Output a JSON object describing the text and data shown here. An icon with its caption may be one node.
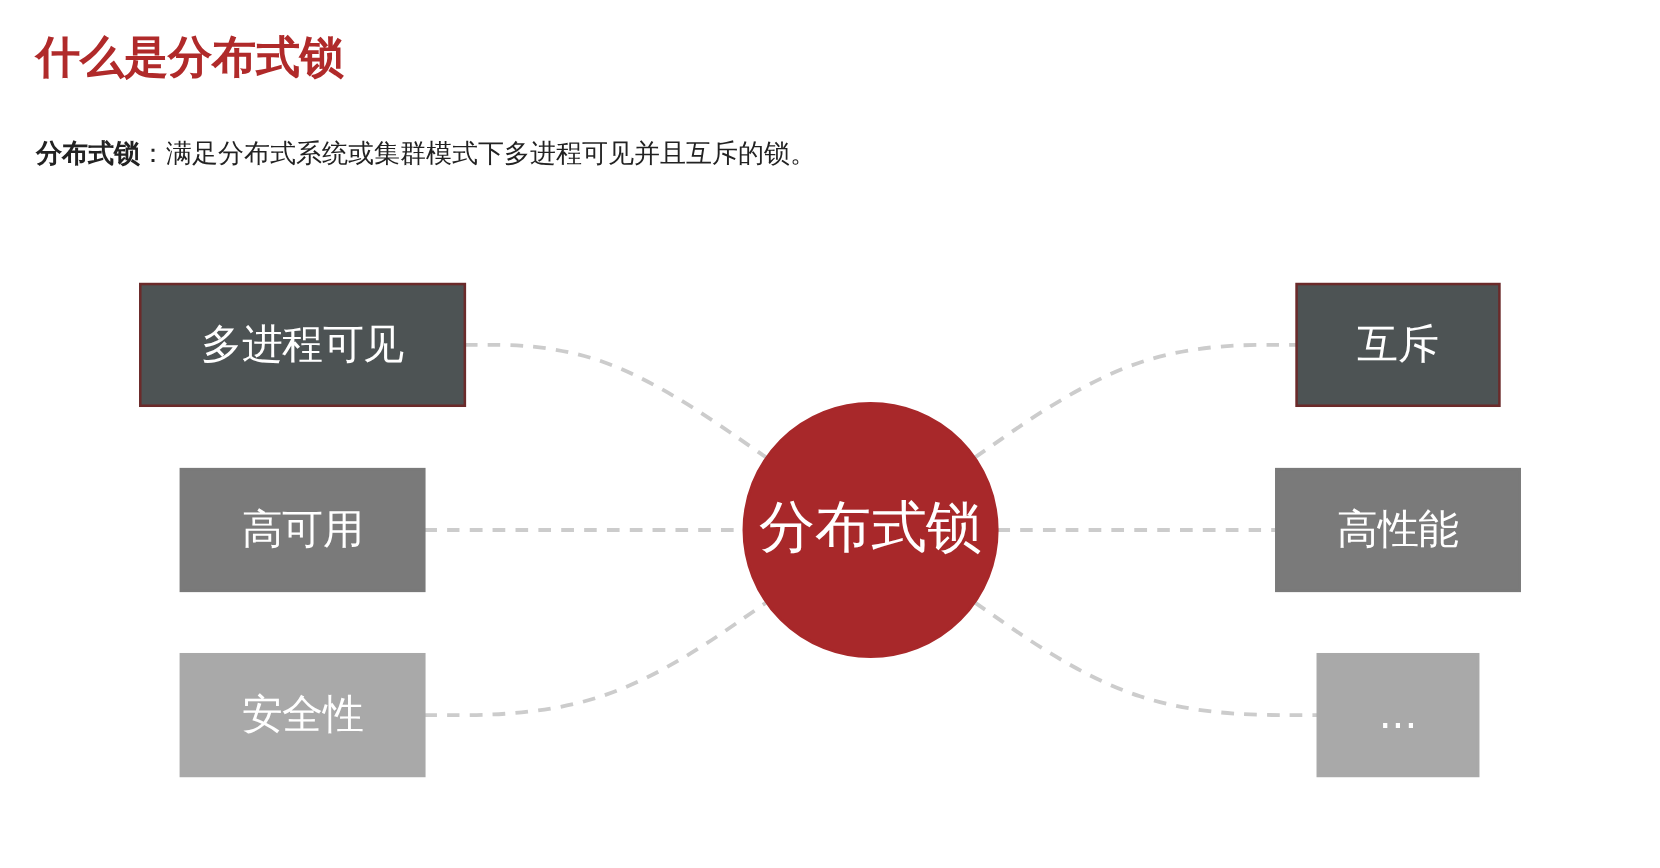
{
  "diagram": {
    "title": "什么是分布式锁",
    "nodes": [
      {
        "text": [
          "分布式锁"
        ]
      },
      {
        "text": [
          "多进程可见"
        ]
      },
      {
        "text": [
          "互斥"
        ]
      },
      {
        "text": [
          "高可用"
        ]
      },
      {
        "text": [
          "高性能"
        ]
      },
      {
        "text": [
          "安全性"
        ]
      },
      {
        "text": [
          "..."
        ]
      }
    ],
    "edges": [
      {
        "from": 0,
        "to": 1,
        "arrow": "none",
        "style": "dashed"
      },
      {
        "from": 0,
        "to": 2,
        "arrow": "none",
        "style": "dashed"
      },
      {
        "from": 0,
        "to": 3,
        "arrow": "none",
        "style": "dashed"
      },
      {
        "from": 0,
        "to": 4,
        "arrow": "none",
        "style": "dashed"
      },
      {
        "from": 0,
        "to": 5,
        "arrow": "none",
        "style": "dashed"
      },
      {
        "from": 0,
        "to": 6,
        "arrow": "none",
        "style": "dashed"
      }
    ],
    "labels": [
      "**分布式锁**：满足分布式系统或集群模式下多进程可见并且互斥的锁。"
    ]
  }
}
